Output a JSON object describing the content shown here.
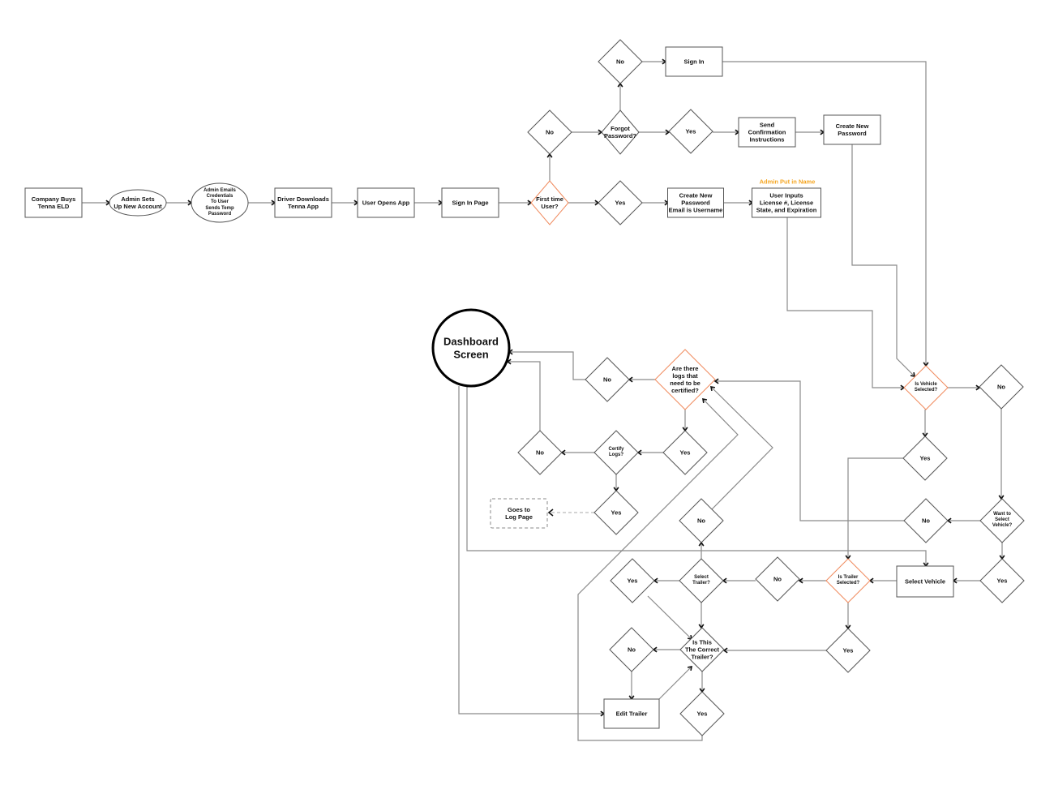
{
  "colors": {
    "line": "#8a8a8a",
    "shape": "#555555",
    "decision_accent": "#f08a5d",
    "note": "#f5a623",
    "text": "#111111"
  },
  "note": "Admin Put in Name",
  "nodes": [
    {
      "id": "company-buys",
      "shape": "rect",
      "label": "Company Buys\nTenna ELD"
    },
    {
      "id": "admin-sets",
      "shape": "ellipse",
      "label": "Admin Sets\nUp New Account"
    },
    {
      "id": "admin-emails",
      "shape": "ellipse",
      "label": "Admin Emails\nCredentials\nTo User\nSends Temp\nPassword",
      "small": true
    },
    {
      "id": "driver-downloads",
      "shape": "rect",
      "label": "Driver Downloads\nTenna App"
    },
    {
      "id": "user-opens",
      "shape": "rect",
      "label": "User Opens App"
    },
    {
      "id": "sign-in-page",
      "shape": "rect",
      "label": "Sign In Page"
    },
    {
      "id": "first-time",
      "shape": "diamond",
      "accent": true,
      "label": "First time\nUser?"
    },
    {
      "id": "first-yes",
      "shape": "diamond",
      "label": "Yes"
    },
    {
      "id": "create-pw-email",
      "shape": "rect",
      "label": "Create New\nPassword\nEmail is Username"
    },
    {
      "id": "user-inputs",
      "shape": "rect",
      "label": "User Inputs\nLicense #, License\nState, and Expiration"
    },
    {
      "id": "first-no",
      "shape": "diamond",
      "label": "No"
    },
    {
      "id": "forgot-pw",
      "shape": "diamond",
      "label": "Forgot\nPassword?"
    },
    {
      "id": "forgot-yes",
      "shape": "diamond",
      "label": "Yes"
    },
    {
      "id": "send-confirm",
      "shape": "rect",
      "label": "Send\nConfirmation\nInstructions"
    },
    {
      "id": "create-new-pw",
      "shape": "rect",
      "label": "Create New\nPassword"
    },
    {
      "id": "forgot-no",
      "shape": "diamond",
      "label": "No"
    },
    {
      "id": "sign-in",
      "shape": "rect",
      "label": "Sign In"
    },
    {
      "id": "dashboard",
      "shape": "circle",
      "label": "Dashboard\nScreen",
      "big": true
    },
    {
      "id": "logs-certify",
      "shape": "diamond",
      "accent": true,
      "label": "Are there\nlogs that\nneed to be\ncertified?"
    },
    {
      "id": "logs-no",
      "shape": "diamond",
      "label": "No"
    },
    {
      "id": "logs-yes",
      "shape": "diamond",
      "label": "Yes"
    },
    {
      "id": "certify-logs",
      "shape": "diamond",
      "label": "Certify\nLogs?",
      "small": true
    },
    {
      "id": "certify-no",
      "shape": "diamond",
      "label": "No"
    },
    {
      "id": "certify-yes",
      "shape": "diamond",
      "label": "Yes"
    },
    {
      "id": "log-page",
      "shape": "dashed",
      "label": "Goes to\nLog Page"
    },
    {
      "id": "vehicle-selected",
      "shape": "diamond",
      "accent": true,
      "label": "Is Vehicle\nSelected?",
      "small": true
    },
    {
      "id": "vehicle-no",
      "shape": "diamond",
      "label": "No"
    },
    {
      "id": "vehicle-yes",
      "shape": "diamond",
      "label": "Yes"
    },
    {
      "id": "want-vehicle",
      "shape": "diamond",
      "label": "Want to\nSelect\nVehicle?",
      "small": true
    },
    {
      "id": "want-no",
      "shape": "diamond",
      "label": "No"
    },
    {
      "id": "want-yes",
      "shape": "diamond",
      "label": "Yes"
    },
    {
      "id": "select-vehicle",
      "shape": "rect",
      "label": "Select Vehicle"
    },
    {
      "id": "trailer-selected",
      "shape": "diamond",
      "accent": true,
      "label": "Is Trailer\nSelected?",
      "small": true
    },
    {
      "id": "trailer-no",
      "shape": "diamond",
      "label": "No"
    },
    {
      "id": "select-trailer",
      "shape": "diamond",
      "label": "Select\nTrailer?",
      "small": true
    },
    {
      "id": "select-trailer-no",
      "shape": "diamond",
      "label": "No"
    },
    {
      "id": "select-trailer-yes",
      "shape": "diamond",
      "label": "Yes"
    },
    {
      "id": "correct-trailer",
      "shape": "diamond",
      "label": "Is This\nThe Correct\nTrailer?"
    },
    {
      "id": "trailer-yes",
      "shape": "diamond",
      "label": "Yes"
    },
    {
      "id": "correct-no",
      "shape": "diamond",
      "label": "No"
    },
    {
      "id": "edit-trailer",
      "shape": "rect",
      "label": "Edit Trailer"
    },
    {
      "id": "correct-yes",
      "shape": "diamond",
      "label": "Yes"
    }
  ]
}
